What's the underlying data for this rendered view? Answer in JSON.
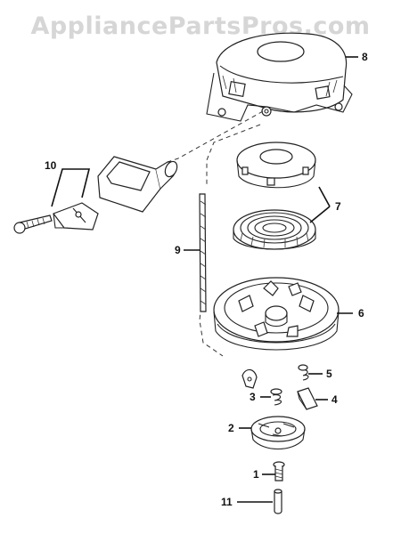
{
  "watermark": "AppliancePartsPros.com",
  "callouts": [
    {
      "id": "8",
      "label": "8"
    },
    {
      "id": "10",
      "label": "10"
    },
    {
      "id": "7",
      "label": "7"
    },
    {
      "id": "9",
      "label": "9"
    },
    {
      "id": "6",
      "label": "6"
    },
    {
      "id": "5",
      "label": "5"
    },
    {
      "id": "3",
      "label": "3"
    },
    {
      "id": "4",
      "label": "4"
    },
    {
      "id": "2",
      "label": "2"
    },
    {
      "id": "1",
      "label": "1"
    },
    {
      "id": "11",
      "label": "11"
    }
  ]
}
